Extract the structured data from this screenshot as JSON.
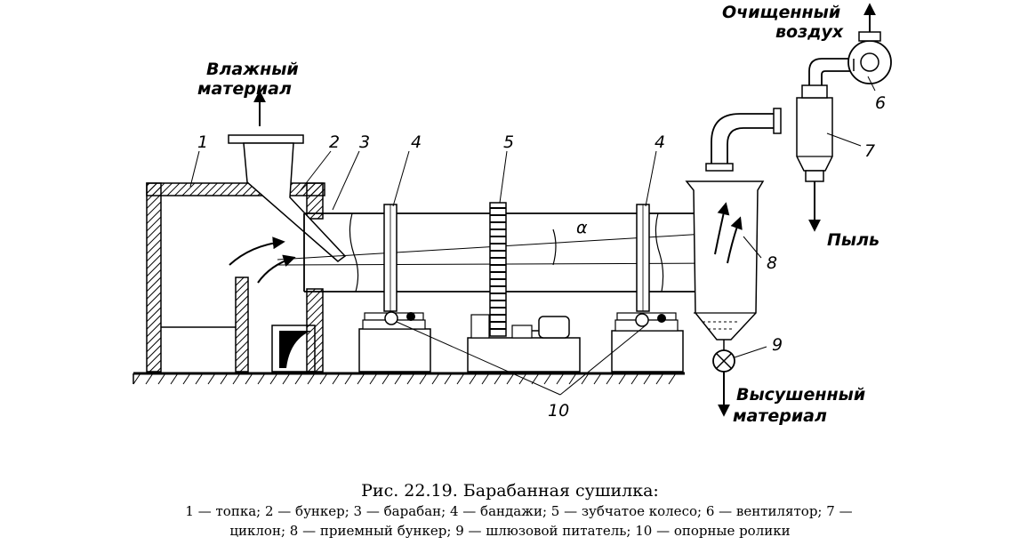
{
  "labels": {
    "wet_material": [
      "Влажный",
      "материал"
    ],
    "clean_air": [
      "Очищенный",
      "воздух"
    ],
    "dust": "Пыль",
    "dried_material": [
      "Высушенный",
      "материал"
    ],
    "alpha": "α"
  },
  "numbers": {
    "n1": "1",
    "n2": "2",
    "n3": "3",
    "n4a": "4",
    "n4b": "4",
    "n5": "5",
    "n6": "6",
    "n7": "7",
    "n8": "8",
    "n9": "9",
    "n10": "10"
  },
  "caption": {
    "title": "Рис. 22.19. Барабанная сушилка:",
    "line1": "1 — топка; 2 — бункер; 3 — барабан; 4 — бандажи; 5 — зубчатое колесо; 6 — вентилятор; 7 —",
    "line2": "циклон; 8 — приемный бункер; 9 — шлюзовой питатель; 10 — опорные ролики"
  }
}
